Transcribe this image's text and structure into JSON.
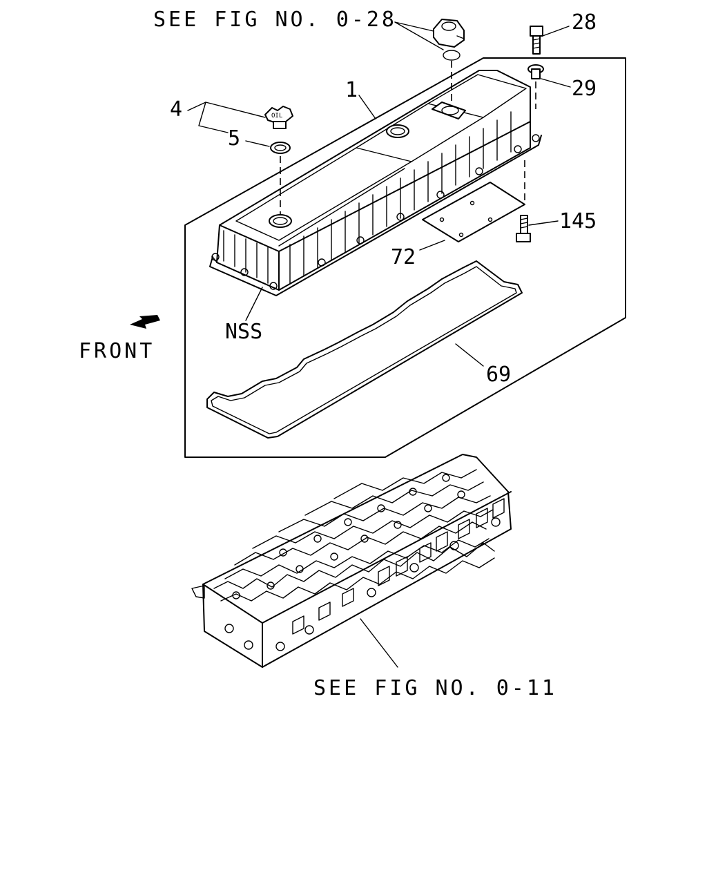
{
  "references": {
    "top": "SEE FIG NO. 0-28",
    "bottom": "SEE FIG NO. 0-11"
  },
  "direction_label": "FRONT",
  "callouts": {
    "c1": "1",
    "c4": "4",
    "c5": "5",
    "c28": "28",
    "c29": "29",
    "c145": "145",
    "c72": "72",
    "cNSS": "NSS",
    "c69": "69"
  }
}
